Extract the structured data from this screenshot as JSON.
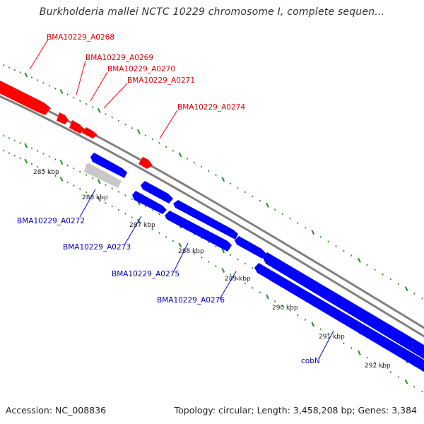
{
  "title": "Burkholderia mallei NCTC 10229 chromosome I, complete sequen...",
  "footer": {
    "accession": "Accession: NC_008836",
    "stats": "Topology: circular; Length: 3,458,208 bp; Genes: 3,384"
  },
  "colors": {
    "forward": "#ff0000",
    "reverse": "#0000ff",
    "other": "#c8c8c8",
    "backbone": "#808080",
    "ticks": "#228b22"
  },
  "ticks": [
    "285 kbp",
    "286 kbp",
    "287 kbp",
    "288 kbp",
    "289 kbp",
    "290 kbp",
    "291 kbp",
    "292 kbp"
  ],
  "labels": {
    "forward": [
      "BMA10229_A0268",
      "BMA10229_A0269",
      "BMA10229_A0270",
      "BMA10229_A0271",
      "BMA10229_A0274"
    ],
    "reverse": [
      "BMA10229_A0272",
      "BMA10229_A0273",
      "BMA10229_A0275",
      "BMA10229_A0276",
      "cobN"
    ]
  }
}
